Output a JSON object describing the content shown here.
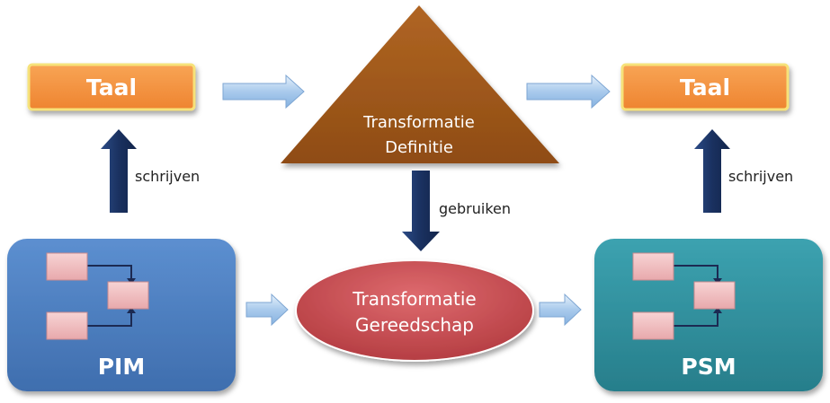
{
  "boxes": {
    "taal_left": "Taal",
    "taal_right": "Taal",
    "pim": "PIM",
    "psm": "PSM"
  },
  "triangle": {
    "line1": "Transformatie",
    "line2": "Definitie"
  },
  "ellipse": {
    "line1": "Transformatie",
    "line2": "Gereedschap"
  },
  "arrows": {
    "write_left": "schrijven",
    "write_right": "schrijven",
    "use": "gebruiken"
  },
  "colors": {
    "taal_fill": "#f5913e",
    "taal_border": "#f8e27a",
    "triangle_fill": "#a0581c",
    "ellipse_fill": "#c0454a",
    "pim_fill": "#4d80c0",
    "psm_fill": "#31909e",
    "navy_arrow": "#1c3566",
    "light_arrow": "#aecdef",
    "element_fill": "#f0c3c5"
  }
}
